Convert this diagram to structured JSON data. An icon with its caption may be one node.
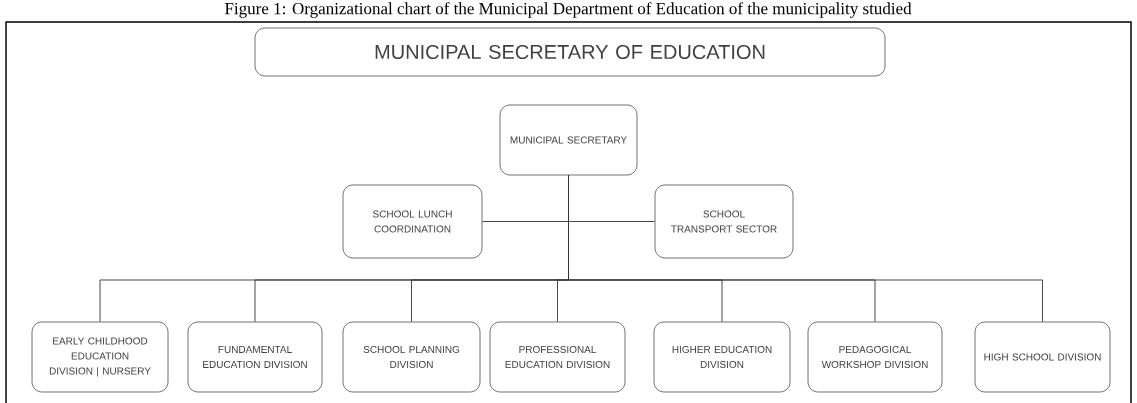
{
  "diagram": {
    "caption": "Figure 1: Organizational chart of the Municipal Department of Education of the municipality studied",
    "nodes": [
      {
        "text": [
          "MUNICIPAL SECRETARY OF EDUCATION"
        ]
      },
      {
        "text": [
          "MUNICIPAL SECRETARY"
        ]
      },
      {
        "text": [
          "SCHOOL LUNCH COORDINATION"
        ]
      },
      {
        "text": [
          "SCHOOL TRANSPORT SECTOR"
        ]
      },
      {
        "text": [
          "EARLY CHILDHOOD EDUCATION DIVISION | NURSERY"
        ]
      },
      {
        "text": [
          "FUNDAMENTAL EDUCATION DIVISION"
        ]
      },
      {
        "text": [
          "SCHOOL PLANNING DIVISION"
        ]
      },
      {
        "text": [
          "PROFESSIONAL EDUCATION DIVISION"
        ]
      },
      {
        "text": [
          "HIGHER EDUCATION DIVISION"
        ]
      },
      {
        "text": [
          "PEDAGOGICAL WORKSHOP DIVISION"
        ]
      },
      {
        "text": [
          "HIGH SCHOOL DIVISION"
        ]
      }
    ],
    "edges": [
      {
        "from": 1,
        "to": 2,
        "arrow": "none"
      },
      {
        "from": 1,
        "to": 3,
        "arrow": "none"
      },
      {
        "from": 1,
        "to": 4,
        "arrow": "none"
      },
      {
        "from": 1,
        "to": 5,
        "arrow": "none"
      },
      {
        "from": 1,
        "to": 6,
        "arrow": "none"
      },
      {
        "from": 1,
        "to": 7,
        "arrow": "none"
      },
      {
        "from": 1,
        "to": 8,
        "arrow": "none"
      },
      {
        "from": 1,
        "to": 9,
        "arrow": "none"
      },
      {
        "from": 1,
        "to": 10,
        "arrow": "none"
      }
    ]
  }
}
